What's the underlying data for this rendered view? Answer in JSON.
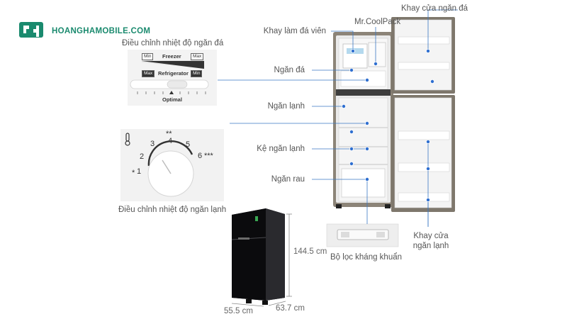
{
  "brand": {
    "name": "HOANGHAMOBILE.COM",
    "color": "#1a8a6e"
  },
  "colors": {
    "callout_line": "#3a78c4",
    "callout_dot": "#2f6fd0",
    "fridge_body": "#0b0b0d",
    "steel": "#8a8275"
  },
  "labels": {
    "ice_tray": "Khay làm đá viên",
    "coolpack": "Mr.CoolPack",
    "freezer_door_tray": "Khay cửa ngăn đá",
    "freezer": "Ngăn đá",
    "fridge": "Ngăn lạnh",
    "fridge_shelf": "Kệ ngăn lạnh",
    "vegetable": "Ngăn rau",
    "filter": "Bộ lọc kháng khuẩn",
    "fridge_door_tray_1": "Khay cửa",
    "fridge_door_tray_2": "ngăn lạnh",
    "freezer_temp_control": "Điều chỉnh nhiệt độ ngăn đá",
    "fridge_temp_control": "Điều chỉnh nhiệt độ ngăn lạnh"
  },
  "slider_panel": {
    "min_left": "Min",
    "freezer": "Freezer",
    "max_right": "Max",
    "max_left": "Max",
    "refrigerator": "Refrigerator",
    "min_right": "Min",
    "optimal": "Optimal"
  },
  "dial": {
    "num_1": "1",
    "num_2": "2",
    "num_3": "3",
    "num_4": "4",
    "num_5": "5",
    "num_6": "6",
    "star_1": "*",
    "star_4": "**",
    "star_6": "***"
  },
  "dimensions": {
    "height": "144.5 cm",
    "width": "55.5 cm",
    "depth": "63.7 cm"
  }
}
